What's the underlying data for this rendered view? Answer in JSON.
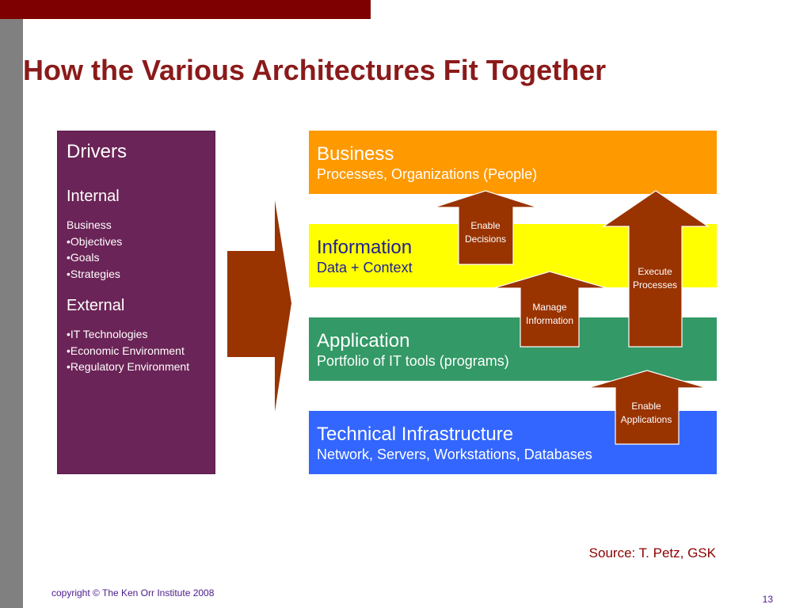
{
  "slide": {
    "title": "How the Various Architectures Fit Together",
    "source": "Source: T. Petz, GSK",
    "copyright": "copyright © The Ken Orr Institute 2008",
    "page_number": "13"
  },
  "drivers": {
    "heading": "Drivers",
    "internal_heading": "Internal",
    "internal_sub": "Business",
    "internal_items": [
      "•Objectives",
      "•Goals",
      "•Strategies"
    ],
    "external_heading": "External",
    "external_items": [
      "•IT Technologies",
      "•Economic Environment",
      "•Regulatory Environment"
    ]
  },
  "layers": {
    "business": {
      "name": "Business",
      "desc": "Processes, Organizations (People)"
    },
    "information": {
      "name": "Information",
      "desc": "Data + Context"
    },
    "application": {
      "name": "Application",
      "desc": "Portfolio of IT tools (programs)"
    },
    "technical": {
      "name": "Technical Infrastructure",
      "desc": "Network, Servers, Workstations, Databases"
    }
  },
  "arrows": {
    "enable_decisions": {
      "line1": "Enable",
      "line2": "Decisions"
    },
    "manage_information": {
      "line1": "Manage",
      "line2": "Information"
    },
    "execute_processes": {
      "line1": "Execute",
      "line2": "Processes"
    },
    "enable_applications": {
      "line1": "Enable",
      "line2": "Applications"
    }
  },
  "colors": {
    "title": "#8b1a1a",
    "drivers_box": "#6b2457",
    "business": "#ff9900",
    "information": "#ffff00",
    "application": "#339966",
    "technical": "#3366ff",
    "arrow_fill": "#993300",
    "accent_bar": "#7f0000",
    "side_strip": "#808080"
  }
}
